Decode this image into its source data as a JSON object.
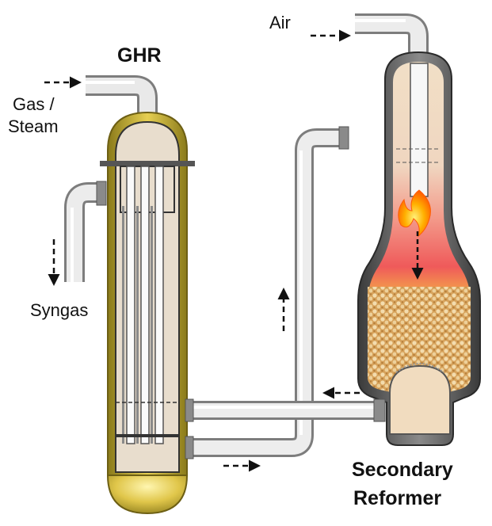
{
  "labels": {
    "ghr": "GHR",
    "air": "Air",
    "gas_steam_line1": "Gas /",
    "gas_steam_line2": "Steam",
    "syngas": "Syngas",
    "secondary_line1": "Secondary",
    "secondary_line2": "Reformer"
  },
  "colors": {
    "vessel_gold": "#c9b02a",
    "pipe_gray": "#c8c8c8",
    "reformer_shell": "#5a5a5a",
    "flame": "#ff8a00",
    "catalyst_bed": "#d9a15a",
    "arrow": "#111111"
  },
  "icons": {
    "flow_arrow": "dashed-arrow-icon",
    "flame": "flame-icon"
  }
}
